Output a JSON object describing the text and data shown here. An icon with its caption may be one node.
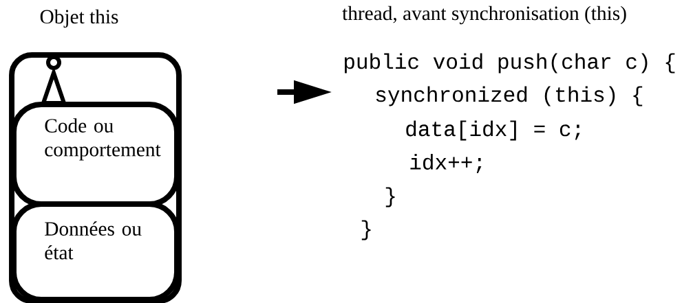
{
  "diagram": {
    "nodes": [
      {
        "text": [
          "Objet this"
        ]
      },
      {
        "text": [
          "Code ou comportement"
        ],
        "in": 0
      },
      {
        "text": [
          "Données ou état"
        ],
        "in": 0
      }
    ],
    "labels": [
      "thread, avant synchronisation (this)",
      "public void push(char c) {",
      "synchronized (this) {",
      "data[idx] = c;",
      "idx++;",
      "}",
      "}"
    ]
  }
}
